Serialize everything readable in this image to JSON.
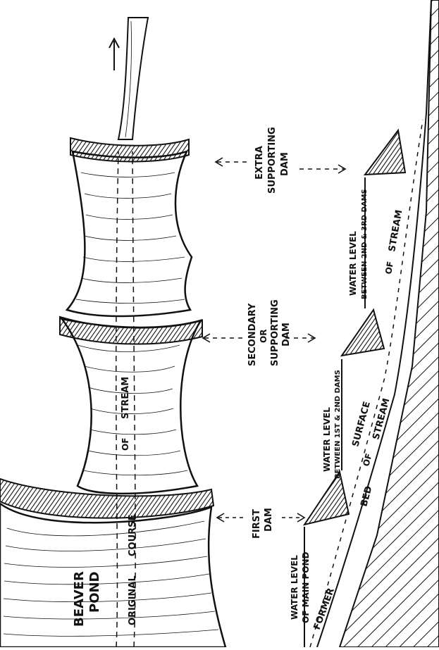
{
  "colors": {
    "ink": "#111111",
    "paper": "#ffffff"
  },
  "orientation": "rotated-90-ccw",
  "labels": {
    "beaver": "BEAVER",
    "pond": "POND",
    "original": "ORIGINAL",
    "course": "COURSE",
    "of": "OF",
    "stream": "STREAM",
    "first_dam_1": "FIRST",
    "first_dam_2": "DAM",
    "secondary_1": "SECONDARY",
    "secondary_2": "OR",
    "secondary_3": "SUPPORTING",
    "secondary_4": "DAM",
    "extra_1": "EXTRA",
    "extra_2": "SUPPORTING",
    "extra_3": "DAM",
    "wl_main_1": "WATER LEVEL",
    "wl_main_2": "OF MAIN POND",
    "wl_12_1": "WATER LEVEL",
    "wl_12_2": "BETWEEN 1ST & 2ND DAMS",
    "wl_23_1": "WATER LEVEL",
    "wl_23_2": "BETWEEN 2ND & 3RD DAMS",
    "former": "FORMER",
    "surface": "SURFACE",
    "bed": "BED",
    "of_a": "OF",
    "stream_a": "STREAM",
    "of_b": "OF",
    "stream_b": "STREAM"
  }
}
